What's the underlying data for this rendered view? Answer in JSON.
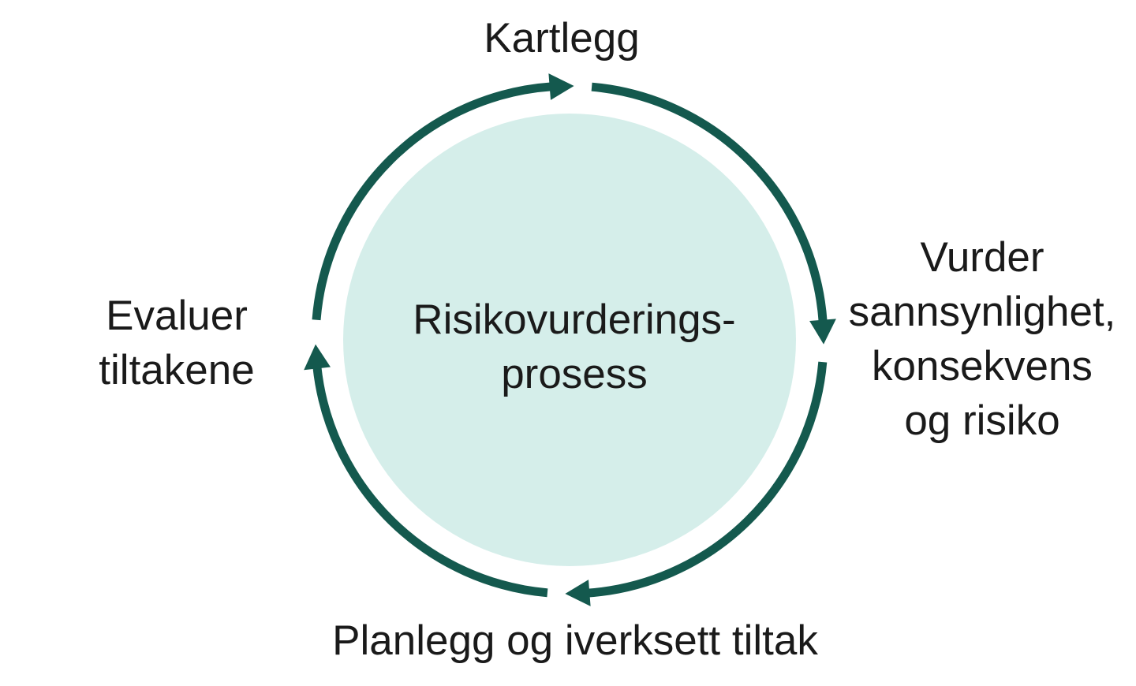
{
  "colors": {
    "background": "#ffffff",
    "text": "#1a1a1a",
    "arrow": "#14594e",
    "circle_fill": "#d5eeea"
  },
  "cycle": {
    "direction": "clockwise",
    "center": {
      "lines": [
        "Risikovurderings-",
        "prosess"
      ]
    },
    "steps": [
      {
        "position": "top",
        "lines": [
          "Kartlegg"
        ]
      },
      {
        "position": "right",
        "lines": [
          "Vurder",
          "sannsynlighet,",
          "konsekvens",
          "og risiko"
        ]
      },
      {
        "position": "bottom",
        "lines": [
          "Planlegg og iverksett tiltak"
        ]
      },
      {
        "position": "left",
        "lines": [
          "Evaluer",
          "tiltakene"
        ]
      }
    ]
  }
}
